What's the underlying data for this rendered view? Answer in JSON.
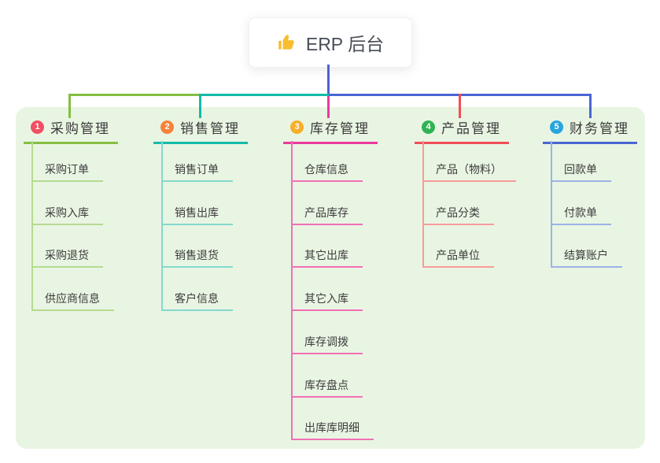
{
  "root": {
    "title": "ERP 后台",
    "icon": "thumbs-up-icon"
  },
  "branches": [
    {
      "index": "1",
      "title": "采购管理",
      "badge_color": "#f14f63",
      "line_color": "#84bf41",
      "child_line_color": "#b5da90",
      "children": [
        "采购订单",
        "采购入库",
        "采购退货",
        "供应商信息"
      ]
    },
    {
      "index": "2",
      "title": "销售管理",
      "badge_color": "#f6823a",
      "line_color": "#13bba9",
      "child_line_color": "#85d8cd",
      "children": [
        "销售订单",
        "销售出库",
        "销售退货",
        "客户信息"
      ]
    },
    {
      "index": "3",
      "title": "库存管理",
      "badge_color": "#f8ae2a",
      "line_color": "#ea3a9d",
      "child_line_color": "#f170b5",
      "children": [
        "仓库信息",
        "产品库存",
        "其它出库",
        "其它入库",
        "库存调拨",
        "库存盘点",
        "出库库明细"
      ]
    },
    {
      "index": "4",
      "title": "产品管理",
      "badge_color": "#2fb353",
      "line_color": "#f14e56",
      "child_line_color": "#f79b9c",
      "children": [
        "产品（物料）",
        "产品分类",
        "产品单位"
      ]
    },
    {
      "index": "5",
      "title": "财务管理",
      "badge_color": "#27a5de",
      "line_color": "#4a66d2",
      "child_line_color": "#9cb2e7",
      "children": [
        "回款单",
        "付款单",
        "结算账户"
      ]
    }
  ],
  "colors": {
    "canvas_bg": "#ffffff",
    "panel_bg": "#e9f5e3",
    "root_connector": "#5360cf",
    "icon_color": "#f8bd2f",
    "text": "#3c3c3c"
  }
}
